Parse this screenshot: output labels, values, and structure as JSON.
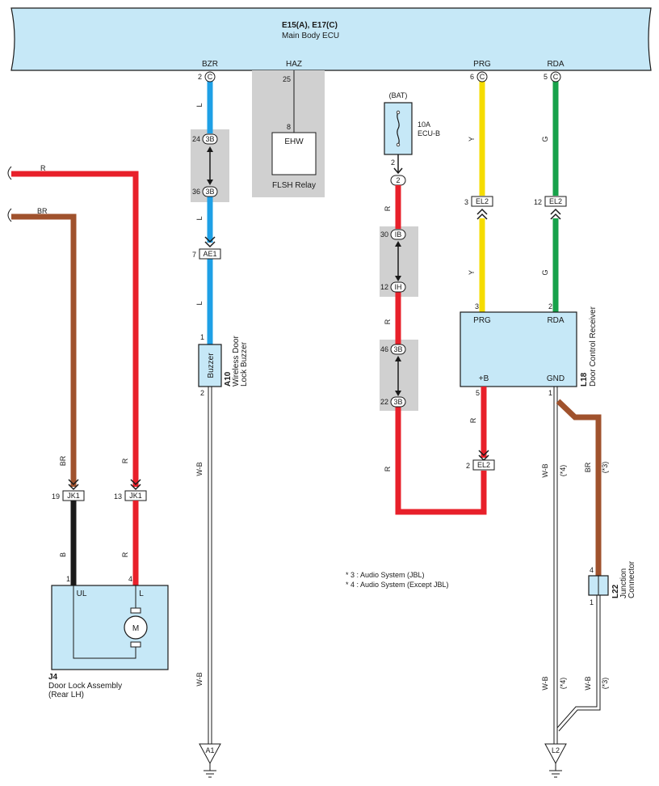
{
  "ecu": {
    "title": "E15(A), E17(C)",
    "name": "Main Body ECU"
  },
  "ecu_pins": [
    {
      "label": "BZR",
      "num": "2",
      "conn": "C"
    },
    {
      "label": "HAZ",
      "num": "25"
    },
    {
      "label": "PRG",
      "num": "6",
      "conn": "C"
    },
    {
      "label": "RDA",
      "num": "5",
      "conn": "C"
    }
  ],
  "flsh_relay": {
    "pin": "8",
    "terminal": "EHW",
    "name": "FLSH Relay"
  },
  "fuse": {
    "source": "(BAT)",
    "rating": "10A",
    "name": "ECU-B",
    "out_pin": "2",
    "oval_label": "2"
  },
  "bzr_line": {
    "wire_color": "L",
    "inline_conns": [
      {
        "num": "24",
        "label": "3B"
      },
      {
        "num": "36",
        "label": "3B"
      }
    ],
    "connector": {
      "num": "7",
      "label": "AE1"
    },
    "buzzer_pin_in": "1",
    "buzzer_pin_out": "2",
    "ground_wire": "W-B",
    "ground": "A1"
  },
  "buzzer": {
    "label": "Buzzer",
    "code": "A10",
    "name_line1": "Wireless Door",
    "name_line2": "Lock Buzzer"
  },
  "bat_line": {
    "wire_color": "R",
    "inline_conns": [
      {
        "num": "30",
        "label": "IB"
      },
      {
        "num": "12",
        "label": "IH"
      },
      {
        "num": "46",
        "label": "3B"
      },
      {
        "num": "22",
        "label": "3B"
      }
    ]
  },
  "prg_line": {
    "wire_color": "Y",
    "connector": {
      "num": "3",
      "label": "EL2"
    },
    "receiver_pin": "3"
  },
  "rda_line": {
    "wire_color": "G",
    "connector": {
      "num": "12",
      "label": "EL2"
    },
    "receiver_pin": "2"
  },
  "receiver": {
    "code": "L18",
    "name": "Door Control Receiver",
    "term_prg": "PRG",
    "term_rda": "RDA",
    "term_b": "+B",
    "term_gnd": "GND",
    "pin_b": "5",
    "pin_gnd": "1",
    "b_wire": "R",
    "b_connector": {
      "num": "2",
      "label": "EL2"
    }
  },
  "gnd_line": {
    "wire": "W-B",
    "note4": "(*4)",
    "br_wire": "BR",
    "note3": "(*3)",
    "ground": "L2"
  },
  "junction": {
    "code": "L22",
    "name_line1": "Junction",
    "name_line2": "Connector",
    "pin_in": "4",
    "pin_out": "1",
    "wire_out": "W-B",
    "note": "(*3)"
  },
  "notes": [
    "* 3 : Audio System (JBL)",
    "* 4 : Audio System (Except JBL)"
  ],
  "door_lock": {
    "code": "J4",
    "name_line1": "Door Lock Assembly",
    "name_line2": "(Rear LH)",
    "term_ul": "UL",
    "term_l": "L",
    "pin_ul": "1",
    "pin_l": "4",
    "motor": "M",
    "r_wire": "R",
    "br_wire": "BR",
    "b_wire": "B",
    "conn_br": {
      "num": "19",
      "label": "JK1"
    },
    "conn_r": {
      "num": "13",
      "label": "JK1"
    }
  },
  "colors": {
    "ecu_fill": "#c6e8f7",
    "wire_blue": "#1ea0e6",
    "wire_red": "#e8202a",
    "wire_yellow": "#f5dc00",
    "wire_green": "#17a24a",
    "wire_brown": "#a0522d",
    "wire_black": "#1a1a1a",
    "shade": "#d0d0d0"
  }
}
